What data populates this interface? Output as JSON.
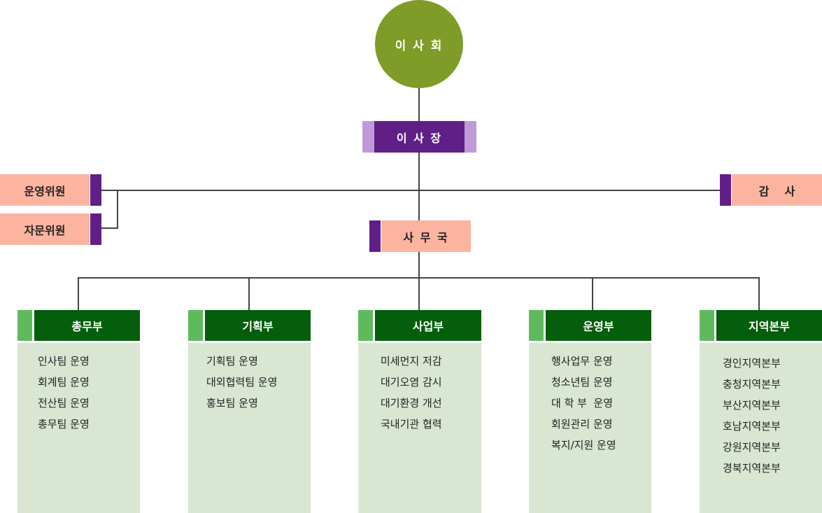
{
  "board": {
    "label": "이 사 회"
  },
  "president": {
    "label": "이 사 장"
  },
  "committees": [
    {
      "label": "운영위원"
    },
    {
      "label": "자문위원"
    }
  ],
  "auditor": {
    "label": "감    사"
  },
  "secretariat": {
    "label": "사 무 국"
  },
  "departments": [
    {
      "title": "총무부",
      "items": [
        "인사팀 운영",
        "회계팀 운영",
        "전산팀 운영",
        "총무팀 운영"
      ]
    },
    {
      "title": "기획부",
      "items": [
        "기획팀 운영",
        "대외협력팀 운영",
        "홍보팀 운영"
      ]
    },
    {
      "title": "사업부",
      "items": [
        "미세먼지 저감",
        "대기오염 감시",
        "대기환경 개선",
        "국내기관 협력"
      ]
    },
    {
      "title": "운영부",
      "items": [
        "행사업무 운영",
        "청소년팀 운영",
        "대 학 부  운영",
        "회원관리 운영",
        "복지/지원 운영"
      ]
    },
    {
      "title": "지역본부",
      "items": [
        "경인지역본부",
        "충청지역본부",
        "부산지역본부",
        "호남지역본부",
        "강원지역본부",
        "경북지역본부"
      ]
    }
  ],
  "colors": {
    "board": "#7f9b28",
    "purple": "#5f1f87",
    "lavender": "#c09ad8",
    "peach": "#fcb4a0",
    "dept_header": "#045e0b",
    "dept_tab": "#5fba5e",
    "dept_body": "#d9e6d2"
  }
}
